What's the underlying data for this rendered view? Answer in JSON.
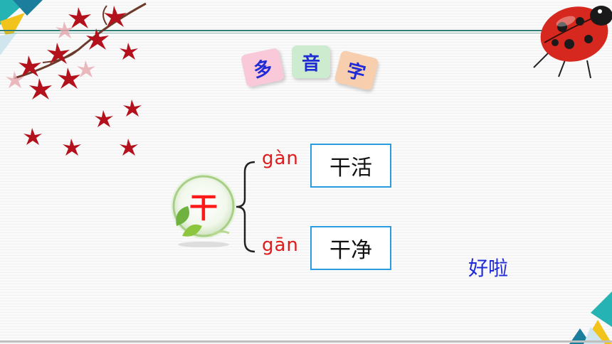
{
  "title_tiles": [
    {
      "char": "多",
      "color": "#f9c9d9"
    },
    {
      "char": "音",
      "color": "#cdeccf"
    },
    {
      "char": "字",
      "color": "#f8cfae"
    }
  ],
  "main_character": "干",
  "readings": [
    {
      "pinyin": "gàn",
      "word": "干活"
    },
    {
      "pinyin": "gān",
      "word": "干净"
    }
  ],
  "note": "好啦",
  "colors": {
    "pinyin": "#e01b1b",
    "box_border": "#2b9be0",
    "note": "#1f2bd6",
    "line": "#2f7d77"
  }
}
